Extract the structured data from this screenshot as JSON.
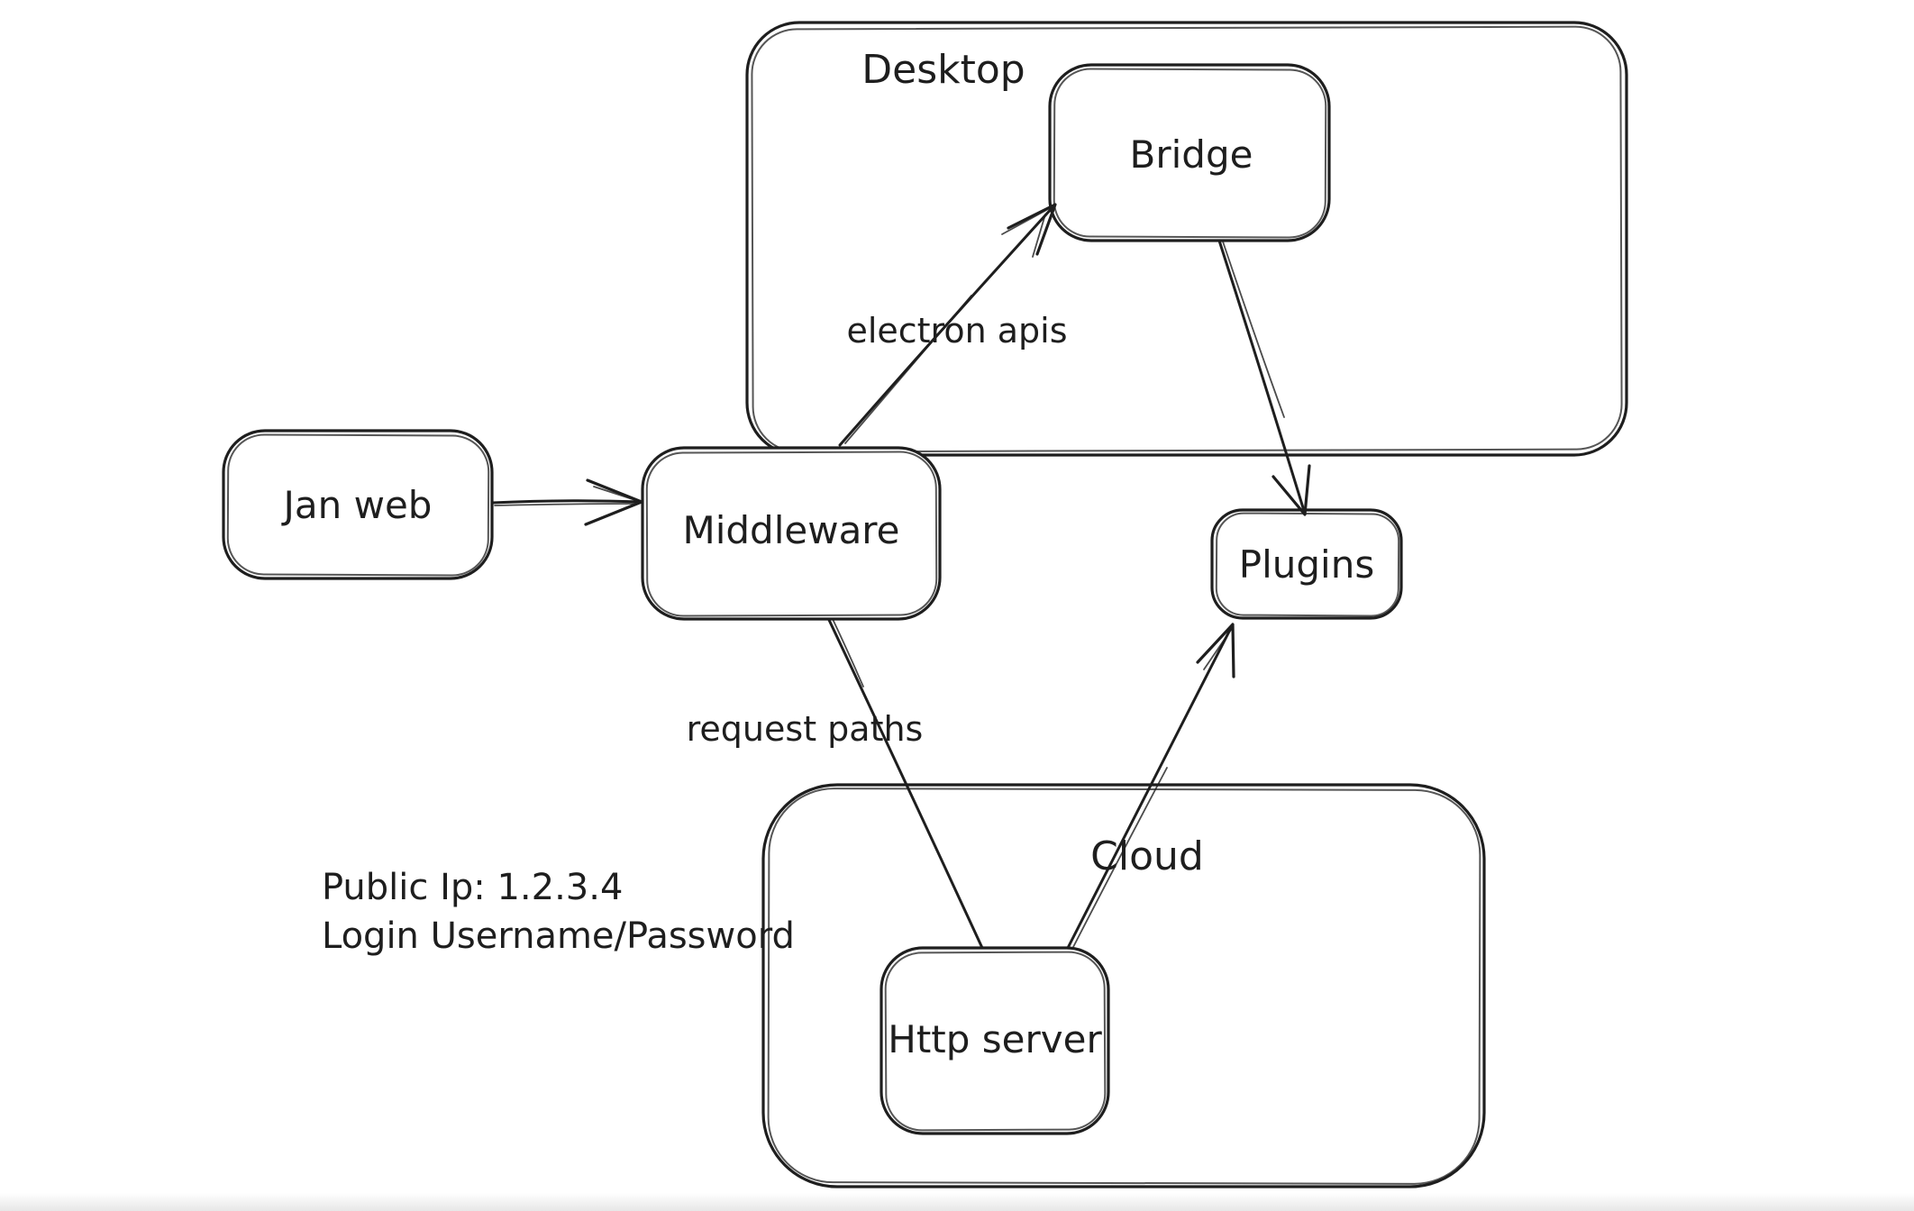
{
  "app": {
    "type": "whiteboard-canvas",
    "background_color": "#ffffff",
    "stroke_color": "#1e1e1e",
    "bottom_edge_color": "#ececec"
  },
  "containers": {
    "desktop": {
      "label": "Desktop"
    },
    "cloud": {
      "label": "Cloud"
    }
  },
  "nodes": {
    "jan_web": {
      "label": "Jan web"
    },
    "middleware": {
      "label": "Middleware"
    },
    "bridge": {
      "label": "Bridge"
    },
    "plugins": {
      "label": "Plugins"
    },
    "http_server": {
      "label": "Http server"
    }
  },
  "edges": [
    {
      "from": "Jan web",
      "to": "Middleware",
      "label": "",
      "arrowhead": true
    },
    {
      "from": "Middleware",
      "to": "Bridge",
      "label": "electron apis",
      "arrowhead": true
    },
    {
      "from": "Bridge",
      "to": "Plugins",
      "label": "",
      "arrowhead": true
    },
    {
      "from": "Middleware",
      "to": "Http server",
      "label": "request paths",
      "arrowhead": false
    },
    {
      "from": "Http server",
      "to": "Plugins",
      "label": "",
      "arrowhead": true
    }
  ],
  "edge_labels": {
    "electron_apis": "electron apis",
    "request_paths": "request paths"
  },
  "notes": {
    "public_ip": "Public Ip: 1.2.3.4",
    "login": "Login Username/Password"
  }
}
